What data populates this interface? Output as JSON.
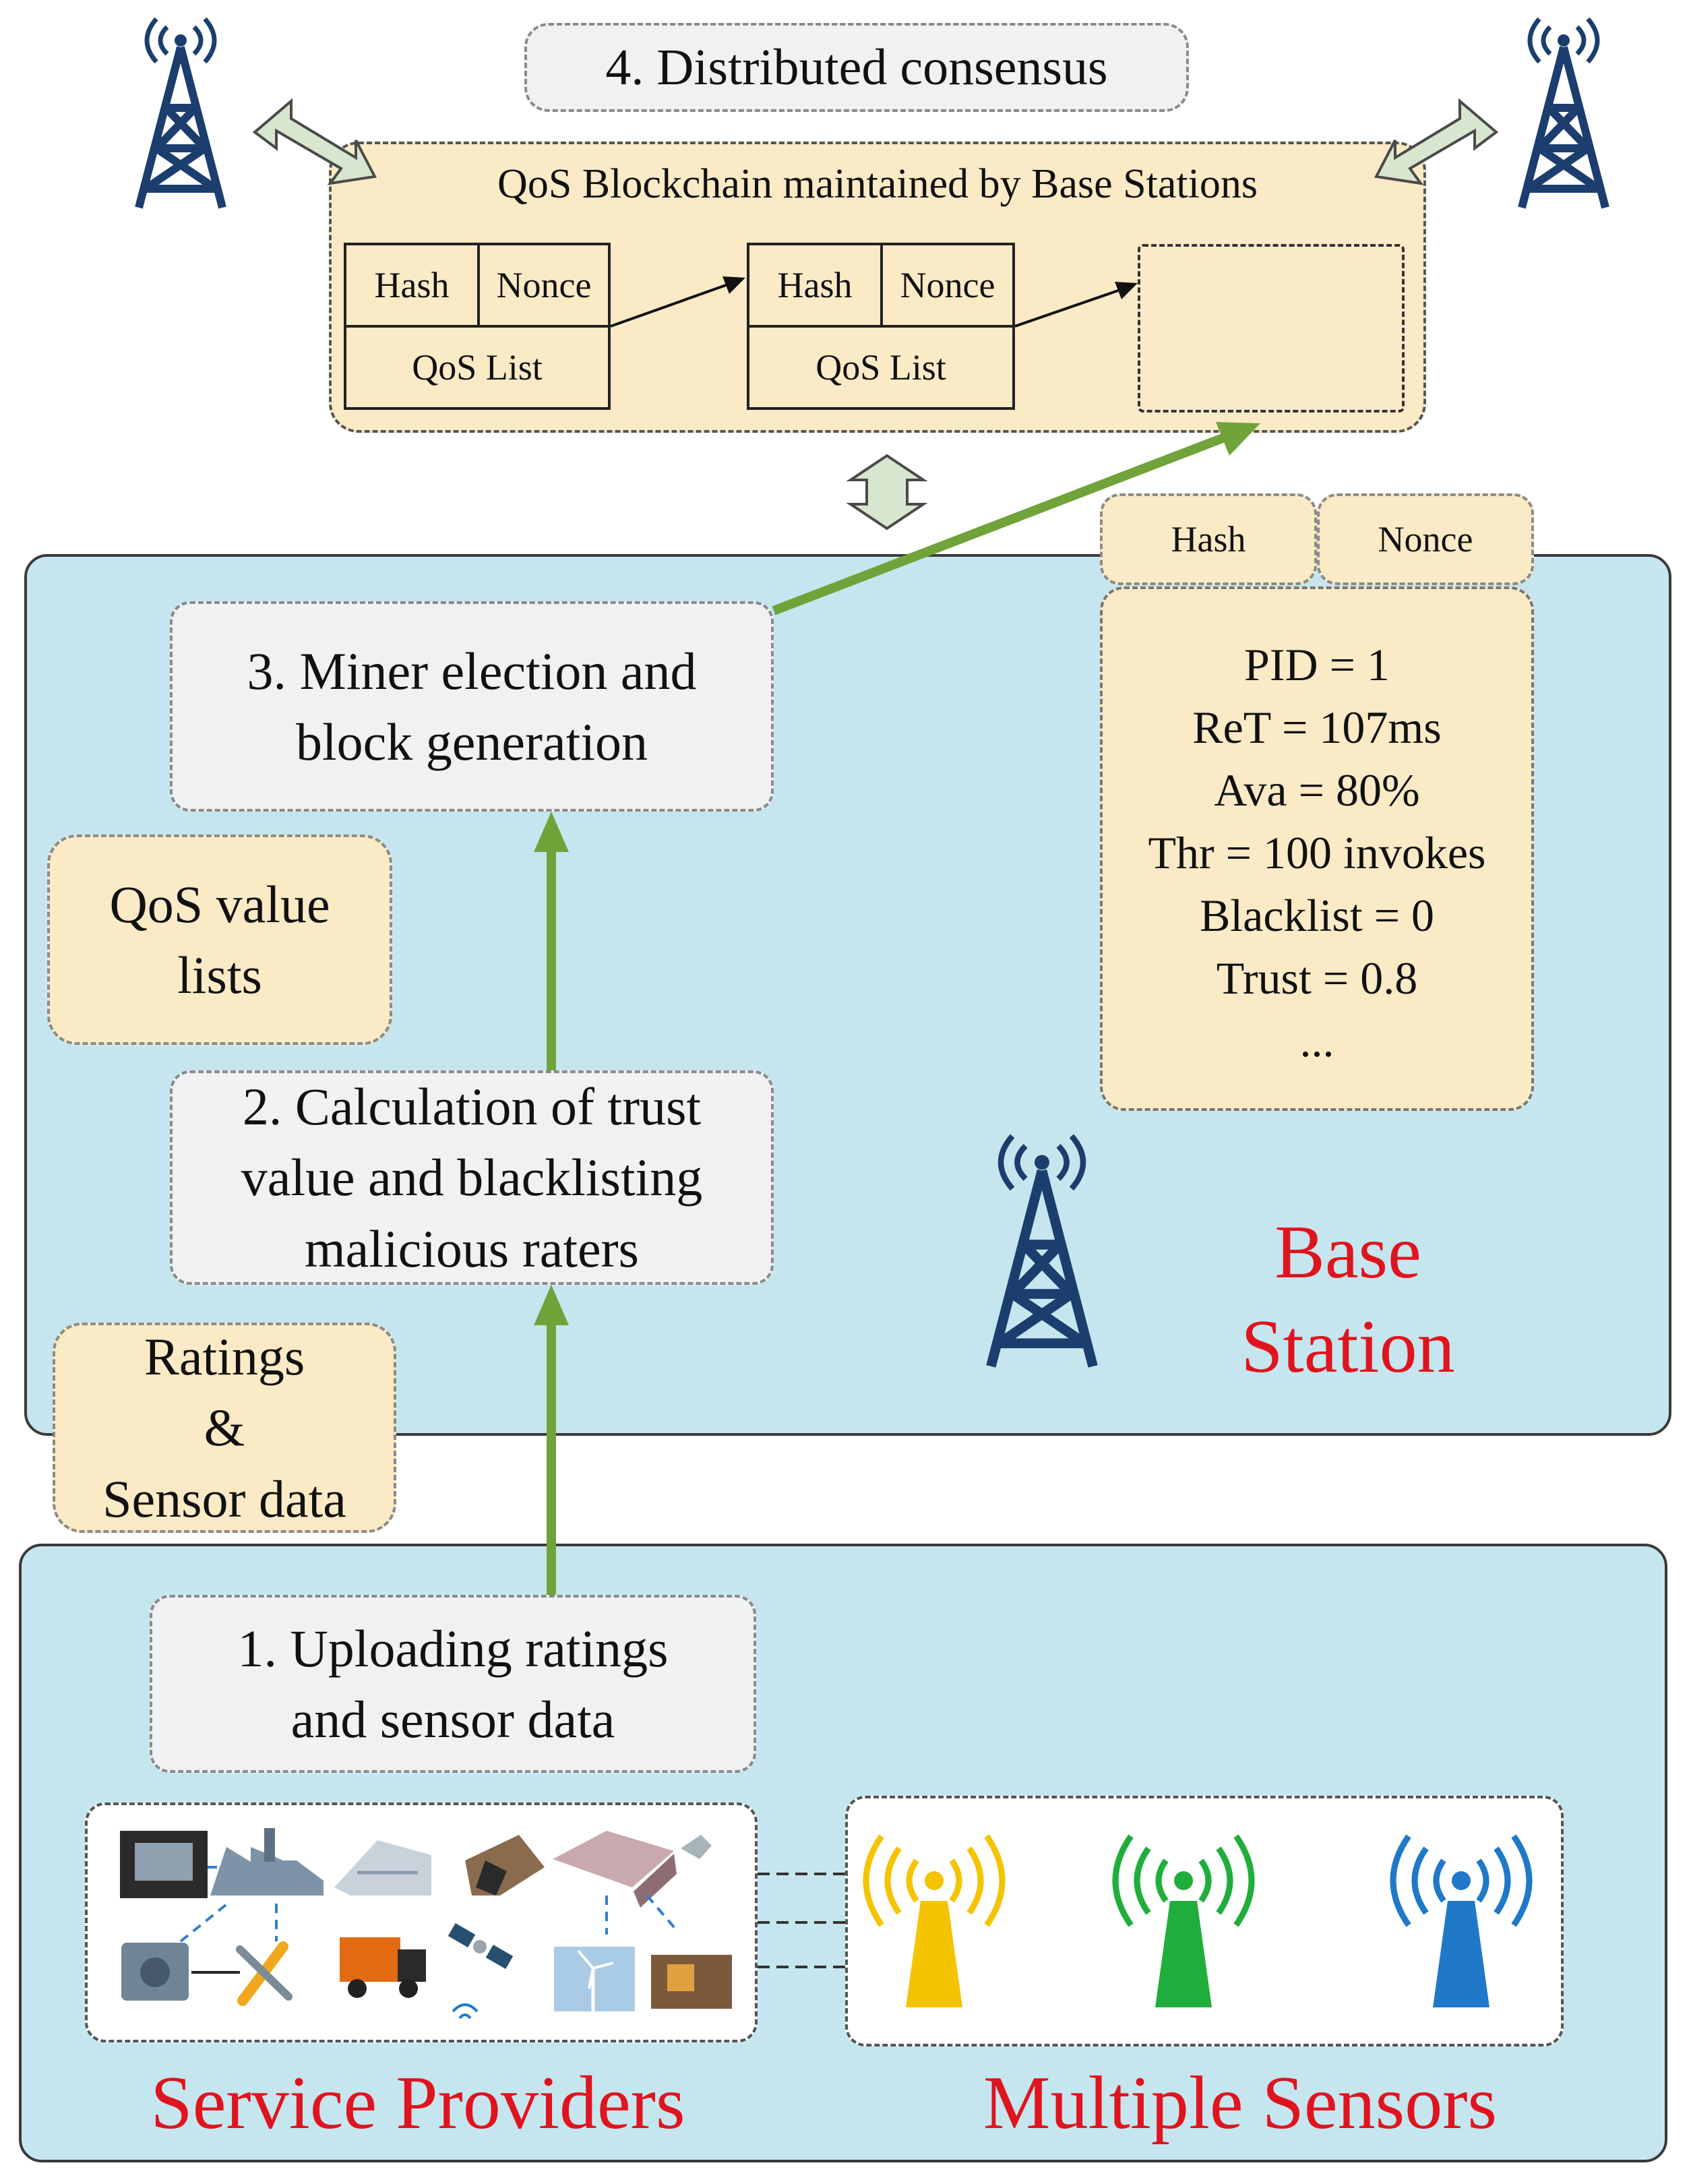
{
  "consensus": {
    "label": "4. Distributed consensus"
  },
  "blockchain": {
    "title": "QoS Blockchain maintained by Base Stations",
    "blocks": [
      {
        "hash": "Hash",
        "nonce": "Nonce",
        "list": "QoS List"
      },
      {
        "hash": "Hash",
        "nonce": "Nonce",
        "list": "QoS List"
      }
    ]
  },
  "new_block": {
    "hash": "Hash",
    "nonce": "Nonce",
    "fields": [
      "PID = 1",
      "ReT = 107ms",
      "Ava = 80%",
      "Thr = 100 invokes",
      "Blacklist = 0",
      "Trust = 0.8",
      "..."
    ]
  },
  "steps": {
    "step1": "1. Uploading ratings\nand sensor data",
    "step2": "2. Calculation of trust\nvalue and blacklisting\nmalicious raters",
    "step3": "3. Miner election and\nblock generation"
  },
  "notes": {
    "qos_lists": "QoS value\nlists",
    "ratings": "Ratings\n&\nSensor data"
  },
  "labels": {
    "base_station": "Base\nStation",
    "service_providers": "Service Providers",
    "multiple_sensors": "Multiple Sensors"
  },
  "colors": {
    "panel": "#c5e6ee",
    "note": "#fbeac6",
    "arrow_green": "#70a33a",
    "tower_blue": "#1b3e6e",
    "red_label": "#e0141e",
    "sensor_yellow": "#f5c400",
    "sensor_green": "#1fae3c",
    "sensor_blue": "#1f78c8"
  }
}
